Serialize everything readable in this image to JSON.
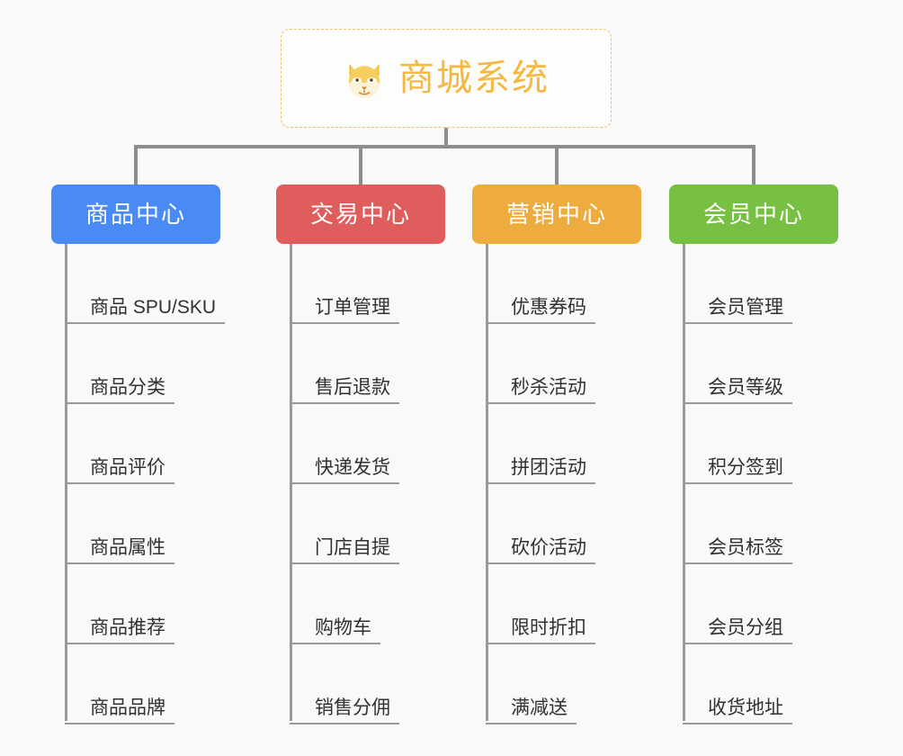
{
  "canvas": {
    "background": "#f9f9f9"
  },
  "root": {
    "title": "商城系统",
    "icon": "shiba-dog-face-icon",
    "text_color": "#f5b841",
    "border_color": "#f0c068"
  },
  "columns": [
    {
      "label": "商品中心",
      "color": "#4a8af4",
      "items": [
        "商品 SPU/SKU",
        "商品分类",
        "商品评价",
        "商品属性",
        "商品推荐",
        "商品品牌"
      ]
    },
    {
      "label": "交易中心",
      "color": "#e05d5d",
      "items": [
        "订单管理",
        "售后退款",
        "快递发货",
        "门店自提",
        "购物车",
        "销售分佣"
      ]
    },
    {
      "label": "营销中心",
      "color": "#eeac3e",
      "items": [
        "优惠券码",
        "秒杀活动",
        "拼团活动",
        "砍价活动",
        "限时折扣",
        "满减送"
      ]
    },
    {
      "label": "会员中心",
      "color": "#77c043",
      "items": [
        "会员管理",
        "会员等级",
        "积分签到",
        "会员标签",
        "会员分组",
        "收货地址"
      ]
    }
  ],
  "connector": {
    "color": "#8d8d8d"
  }
}
